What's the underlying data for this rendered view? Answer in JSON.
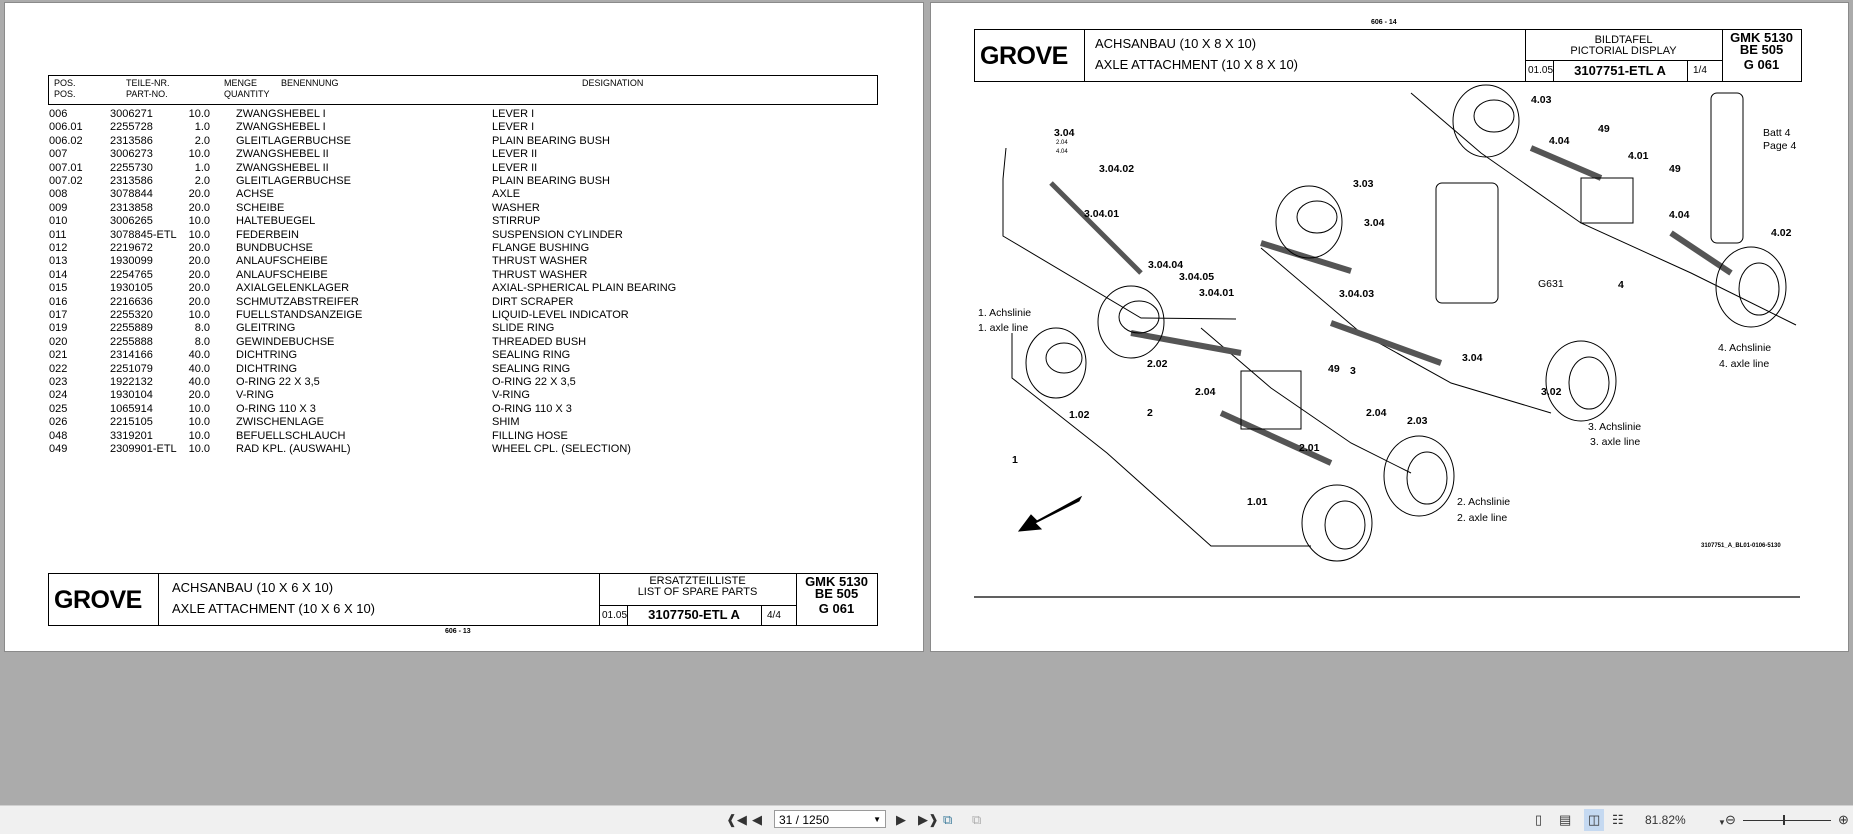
{
  "left_page": {
    "header": {
      "pos_de": "POS.",
      "pos_en": "POS.",
      "part_de": "TEILE-NR.",
      "part_en": "PART-NO.",
      "qty_de": "MENGE",
      "qty_en": "QUANTITY",
      "name_de": "BENENNUNG",
      "name_en": "DESIGNATION"
    },
    "rows": [
      [
        "006",
        "3006271",
        "10.0",
        "ZWANGSHEBEL I",
        "LEVER I"
      ],
      [
        "006.01",
        "2255728",
        "1.0",
        "ZWANGSHEBEL I",
        "LEVER I"
      ],
      [
        "006.02",
        "2313586",
        "2.0",
        "GLEITLAGERBUCHSE",
        "PLAIN BEARING BUSH"
      ],
      [
        "007",
        "3006273",
        "10.0",
        "ZWANGSHEBEL II",
        "LEVER II"
      ],
      [
        "007.01",
        "2255730",
        "1.0",
        "ZWANGSHEBEL II",
        "LEVER II"
      ],
      [
        "007.02",
        "2313586",
        "2.0",
        "GLEITLAGERBUCHSE",
        "PLAIN BEARING BUSH"
      ],
      [
        "008",
        "3078844",
        "20.0",
        "ACHSE",
        "AXLE"
      ],
      [
        "009",
        "2313858",
        "20.0",
        "SCHEIBE",
        "WASHER"
      ],
      [
        "010",
        "3006265",
        "10.0",
        "HALTEBUEGEL",
        "STIRRUP"
      ],
      [
        "011",
        "3078845-ETL",
        "10.0",
        "FEDERBEIN",
        "SUSPENSION CYLINDER"
      ],
      [
        "012",
        "2219672",
        "20.0",
        "BUNDBUCHSE",
        "FLANGE BUSHING"
      ],
      [
        "013",
        "1930099",
        "20.0",
        "ANLAUFSCHEIBE",
        "THRUST WASHER"
      ],
      [
        "014",
        "2254765",
        "20.0",
        "ANLAUFSCHEIBE",
        "THRUST WASHER"
      ],
      [
        "015",
        "1930105",
        "20.0",
        "AXIALGELENKLAGER",
        "AXIAL-SPHERICAL PLAIN BEARING"
      ],
      [
        "016",
        "2216636",
        "20.0",
        "SCHMUTZABSTREIFER",
        "DIRT SCRAPER"
      ],
      [
        "017",
        "2255320",
        "10.0",
        "FUELLSTANDSANZEIGE",
        "LIQUID-LEVEL INDICATOR"
      ],
      [
        "019",
        "2255889",
        "8.0",
        "GLEITRING",
        "SLIDE RING"
      ],
      [
        "020",
        "2255888",
        "8.0",
        "GEWINDEBUCHSE",
        "THREADED BUSH"
      ],
      [
        "021",
        "2314166",
        "40.0",
        "DICHTRING",
        "SEALING RING"
      ],
      [
        "022",
        "2251079",
        "40.0",
        "DICHTRING",
        "SEALING RING"
      ],
      [
        "023",
        "1922132",
        "40.0",
        "O-RING  22 X 3,5",
        "O-RING  22 X 3,5"
      ],
      [
        "024",
        "1930104",
        "20.0",
        "V-RING",
        "V-RING"
      ],
      [
        "025",
        "1065914",
        "10.0",
        "O-RING  110 X 3",
        "O-RING  110 X 3"
      ],
      [
        "026",
        "2215105",
        "10.0",
        "ZWISCHENLAGE",
        "SHIM"
      ],
      [
        "048",
        "3319201",
        "10.0",
        "BEFUELLSCHLAUCH",
        "FILLING HOSE"
      ],
      [
        "049",
        "2309901-ETL",
        "10.0",
        "RAD KPL. (AUSWAHL)",
        "WHEEL CPL. (SELECTION)"
      ]
    ],
    "title_block": {
      "logo": "GROVE",
      "title_de": "ACHSANBAU (10 X 6  X 10)",
      "title_en": "AXLE ATTACHMENT (10 X 6 X 10)",
      "doc_type_de": "ERSATZTEILLISTE",
      "doc_type_en": "LIST OF SPARE PARTS",
      "date": "01.05",
      "doc_no": "3107750-ETL A",
      "sheet": "4/4",
      "model": "GMK 5130",
      "be": "BE 505",
      "group": "G 061"
    },
    "page_ref": "606 - 13"
  },
  "right_page": {
    "page_ref": "606 - 14",
    "title_block": {
      "logo": "GROVE",
      "title_de": "ACHSANBAU (10 X 8  X 10)",
      "title_en": "AXLE ATTACHMENT (10 X 8 X 10)",
      "doc_type_de": "BILDTAFEL",
      "doc_type_en": "PICTORIAL DISPLAY",
      "date": "01.05",
      "doc_no": "3107751-ETL A",
      "sheet": "1/4",
      "model": "GMK 5130",
      "be": "BE 505",
      "group": "G 061"
    },
    "callouts": [
      "3.04",
      "2.04",
      "4.04",
      "3.04.02",
      "3.04.01",
      "3.03",
      "3.04",
      "3.04.04",
      "3.04.05",
      "3.04.01",
      "3.04.03",
      "4.03",
      "4.04",
      "49",
      "4.01",
      "49",
      "4.04",
      "4.02",
      "G631",
      "4",
      "3.04",
      "2.02",
      "2.04",
      "1.02",
      "2",
      "49",
      "3",
      "3.02",
      "2.04",
      "2.03",
      "2.01",
      "1",
      "1.01"
    ],
    "axle_lines": {
      "a1_de": "1. Achslinie",
      "a1_en": "1. axle line",
      "a2_de": "2. Achslinie",
      "a2_en": "2. axle line",
      "a3_de": "3. Achslinie",
      "a3_en": "3. axle line",
      "a4_de": "4. Achslinie",
      "a4_en": "4. axle line"
    },
    "batt_ref": "Batt 4",
    "page_ref_note": "Page 4",
    "drawing_id": "3107751_A_BL01-0106-5130"
  },
  "toolbar": {
    "page_value": "31 / 1250",
    "zoom": "81.82%",
    "zoom_slider_fraction": 0.45,
    "active_view": "two-page"
  },
  "colors": {
    "background": "#ababab",
    "toolbar": "#f0f0f0",
    "active_view": "#c5d9f1"
  }
}
